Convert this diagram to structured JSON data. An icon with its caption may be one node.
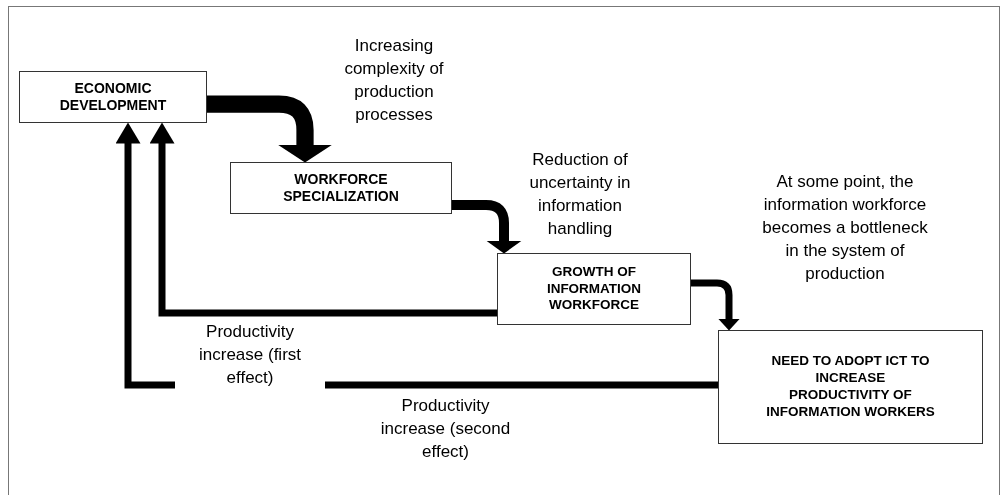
{
  "diagram": {
    "nodes": [
      {
        "text": [
          "ECONOMIC DEVELOPMENT"
        ]
      },
      {
        "text": [
          "WORKFORCE SPECIALIZATION"
        ]
      },
      {
        "text": [
          "GROWTH OF INFORMATION WORKFORCE"
        ]
      },
      {
        "text": [
          "NEED TO ADOPT ICT TO INCREASE PRODUCTIVITY OF INFORMATION WORKERS"
        ]
      }
    ],
    "edges": [
      {
        "from": 0,
        "to": 1,
        "arrow": "to",
        "style": "thick",
        "label": "Increasing complexity of production processes"
      },
      {
        "from": 1,
        "to": 2,
        "arrow": "to",
        "label": "Reduction of uncertainty in information handling"
      },
      {
        "from": 2,
        "to": 3,
        "arrow": "to",
        "label": "At some point, the information workforce becomes a bottleneck in the system of production"
      },
      {
        "from": 2,
        "to": 0,
        "arrow": "to",
        "label": "Productivity increase (first effect)"
      },
      {
        "from": 3,
        "to": 0,
        "arrow": "to",
        "label": "Productivity increase (second effect)"
      }
    ]
  }
}
